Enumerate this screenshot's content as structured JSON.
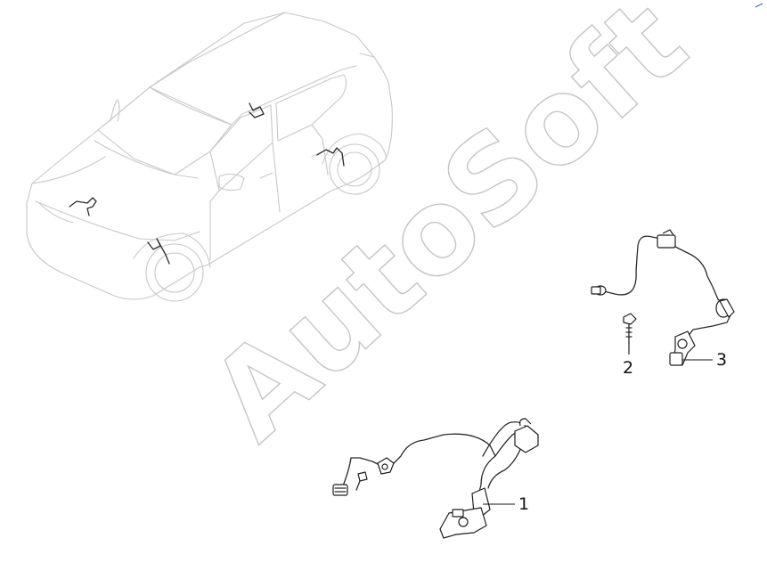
{
  "watermark": "AutoSoft",
  "callouts": [
    {
      "number": "1",
      "part": "front-wheel-speed-sensor"
    },
    {
      "number": "2",
      "part": "bolt"
    },
    {
      "number": "3",
      "part": "rear-wheel-speed-sensor"
    }
  ],
  "icons": [
    "vehicle-outline-icon",
    "sensor-harness-icon",
    "bolt-icon"
  ],
  "colors": {
    "background": "#ffffff",
    "line_art": "#1e1e1e",
    "vehicle_ghost": "#c8c8c8",
    "watermark": "#c4c4c4"
  }
}
